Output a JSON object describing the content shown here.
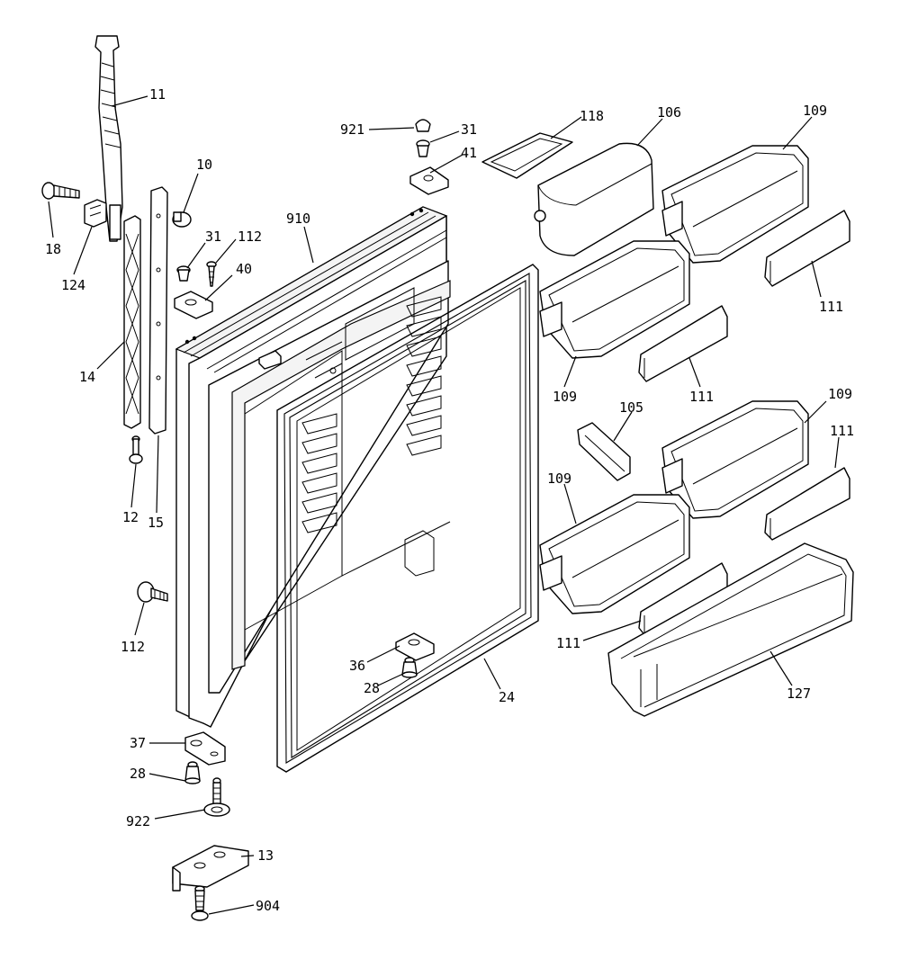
{
  "diagram": {
    "callouts": [
      {
        "id": "c11a",
        "label": "11"
      },
      {
        "id": "c10",
        "label": "10"
      },
      {
        "id": "c18",
        "label": "18"
      },
      {
        "id": "c124",
        "label": "124"
      },
      {
        "id": "c31a",
        "label": "31"
      },
      {
        "id": "c112a",
        "label": "112"
      },
      {
        "id": "c40",
        "label": "40"
      },
      {
        "id": "c14",
        "label": "14"
      },
      {
        "id": "c12",
        "label": "12"
      },
      {
        "id": "c15",
        "label": "15"
      },
      {
        "id": "c112b",
        "label": "112"
      },
      {
        "id": "c921",
        "label": "921"
      },
      {
        "id": "c31b",
        "label": "31"
      },
      {
        "id": "c41",
        "label": "41"
      },
      {
        "id": "c910",
        "label": "910"
      },
      {
        "id": "c118",
        "label": "118"
      },
      {
        "id": "c106",
        "label": "106"
      },
      {
        "id": "c109a",
        "label": "109"
      },
      {
        "id": "c111a",
        "label": "111"
      },
      {
        "id": "c109b",
        "label": "109"
      },
      {
        "id": "c111b",
        "label": "111"
      },
      {
        "id": "c105",
        "label": "105"
      },
      {
        "id": "c109c",
        "label": "109"
      },
      {
        "id": "c111c",
        "label": "111"
      },
      {
        "id": "c109d",
        "label": "109"
      },
      {
        "id": "c111d",
        "label": "111"
      },
      {
        "id": "c127",
        "label": "127"
      },
      {
        "id": "c36",
        "label": "36"
      },
      {
        "id": "c28a",
        "label": "28"
      },
      {
        "id": "c24",
        "label": "24"
      },
      {
        "id": "c37",
        "label": "37"
      },
      {
        "id": "c28b",
        "label": "28"
      },
      {
        "id": "c922",
        "label": "922"
      },
      {
        "id": "c13",
        "label": "13"
      },
      {
        "id": "c904",
        "label": "904"
      }
    ]
  }
}
